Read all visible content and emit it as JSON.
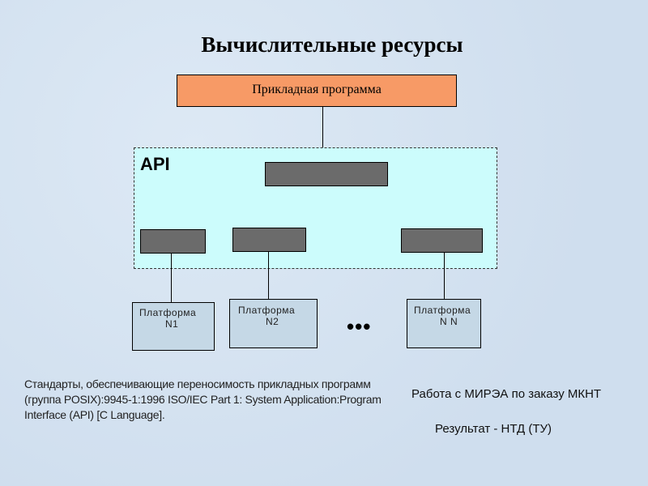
{
  "title": "Вычислительные ресурсы",
  "app_box": "Прикладная программа",
  "api_label": "API",
  "platforms": [
    {
      "line1": "Платформа",
      "line2": "N1"
    },
    {
      "line1": "Платформа",
      "line2": "N2"
    },
    {
      "line1": "Платформа",
      "line2": "N N"
    }
  ],
  "ellipsis": "•••",
  "standards_text": "Стандарты, обеспечивающие переносимость прикладных программ (группа POSIX):9945-1:1996 ISO/IEC Part 1: System Application:Program Interface (API) [C Language].",
  "work_text": "Работа с МИРЭА по заказу МКНТ",
  "result_text": "Результат -  НТД (ТУ)",
  "colors": {
    "app_fill": "#f79a66",
    "api_fill": "#ccfcfc",
    "module_fill": "#6b6b6b",
    "platform_fill": "#c5d8e6"
  }
}
